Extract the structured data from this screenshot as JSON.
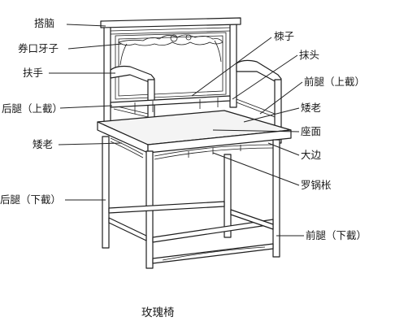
{
  "diagram": {
    "caption": "玫瑰椅",
    "labels": {
      "danao": "搭脑",
      "quankou": "券口牙子",
      "fushou": "扶手",
      "houtui_up": "后腿（上截）",
      "aiLao_left": "矮老",
      "houtui_low": "后腿（下截）",
      "zhuzi": "栜子",
      "motou": "抹头",
      "qiantui_up": "前腿（上截）",
      "aiLao_right": "矮老",
      "zuomian": "座面",
      "dabian": "大边",
      "luoguocheng": "罗锅枨",
      "qiantui_low": "前腿（下截）"
    }
  }
}
